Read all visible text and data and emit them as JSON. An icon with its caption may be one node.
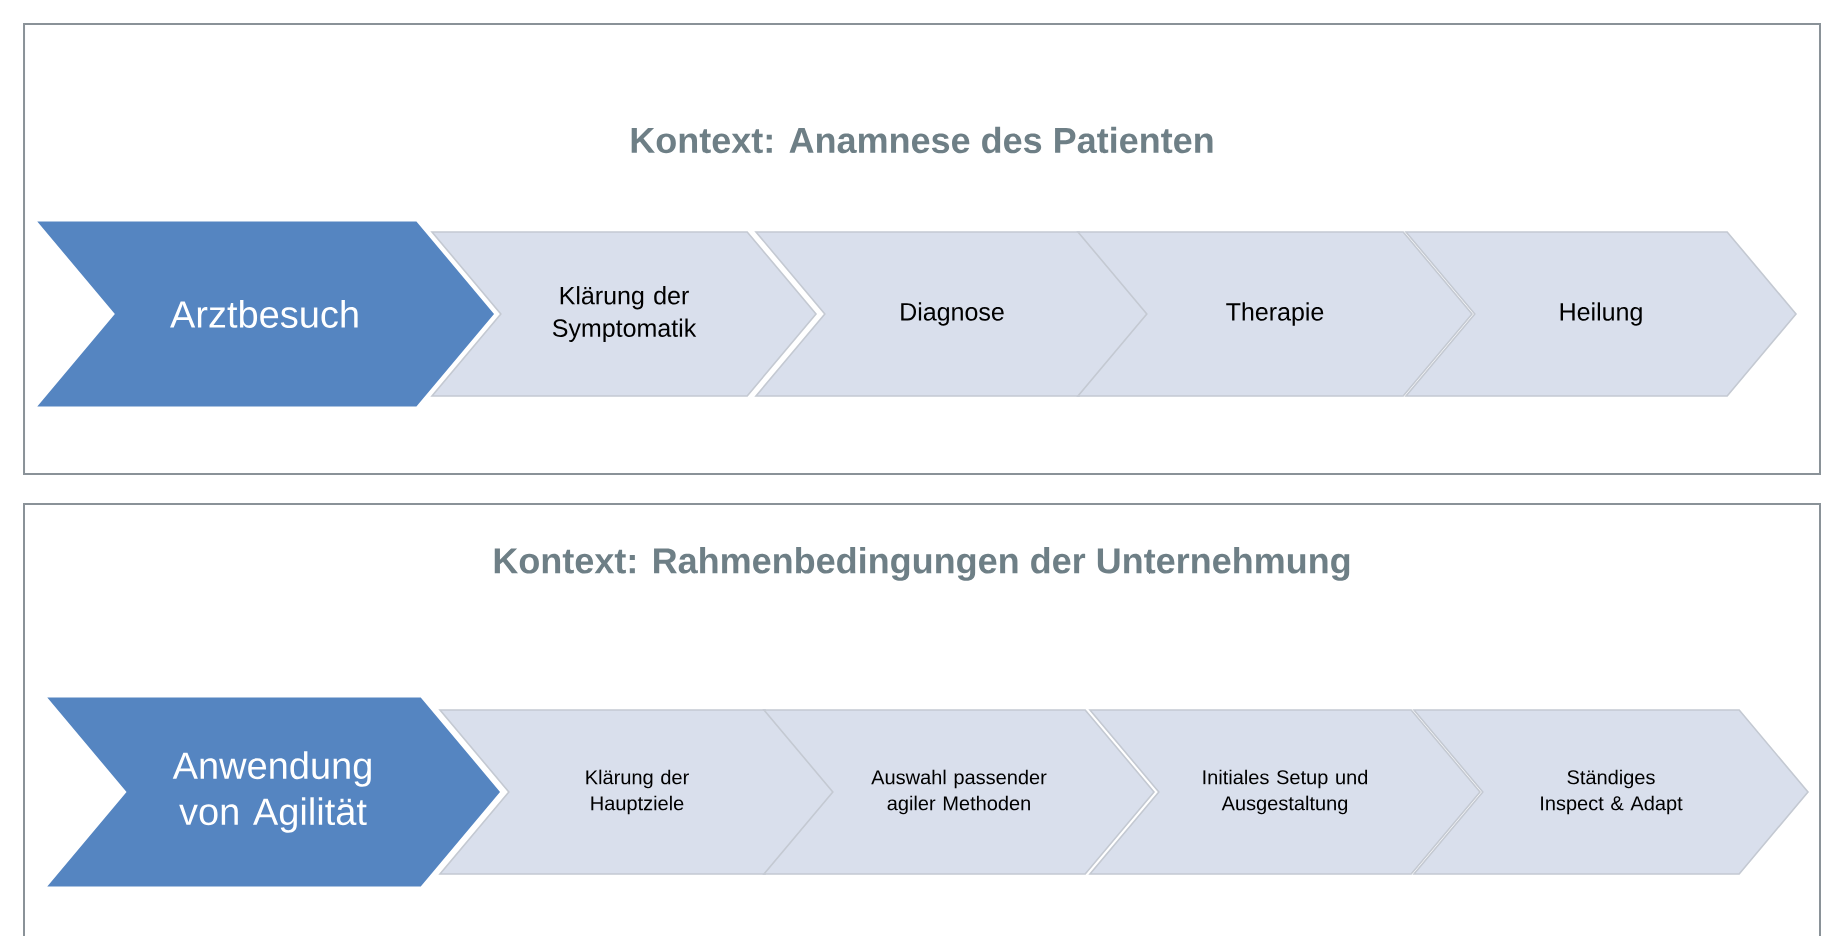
{
  "diagram": {
    "nodes": [
      {
        "text": [
          "Kontext:  Anamnese des Patienten"
        ]
      },
      {
        "text": [
          "Arztbesuch"
        ],
        "in": 0
      },
      {
        "text": [
          "Klärung der Symptomatik"
        ],
        "in": 0
      },
      {
        "text": [
          "Diagnose"
        ],
        "in": 0
      },
      {
        "text": [
          "Therapie"
        ],
        "in": 0
      },
      {
        "text": [
          "Heilung"
        ],
        "in": 0
      },
      {
        "text": [
          "Kontext: Rahmenbedingungen der Unternehmung"
        ]
      },
      {
        "text": [
          "Anwendung von Agilität"
        ],
        "in": 6
      },
      {
        "text": [
          "Klärung der Hauptziele"
        ],
        "in": 6
      },
      {
        "text": [
          "Auswahl passender agiler Methoden"
        ],
        "in": 6
      },
      {
        "text": [
          "Initiales Setup und Ausgestaltung"
        ],
        "in": 6
      },
      {
        "text": [
          "Ständiges Inspect & Adapt"
        ],
        "in": 6
      }
    ]
  }
}
